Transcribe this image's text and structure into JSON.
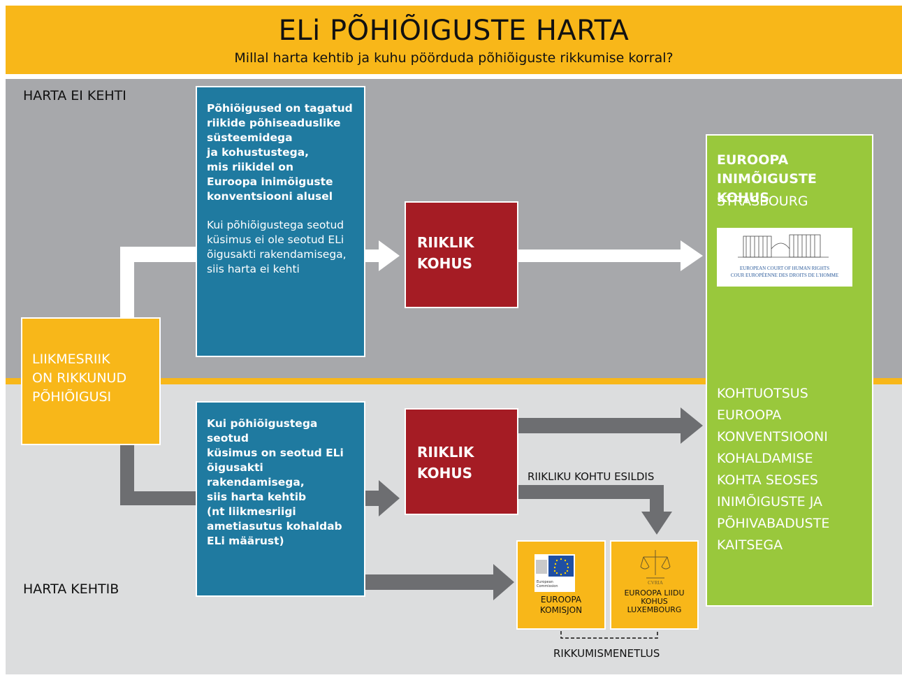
{
  "header": {
    "title": "ELi PÕHIÕIGUSTE HARTA",
    "subtitle": "Millal harta kehtib ja kuhu pöörduda põhiõiguste rikkumise korral?"
  },
  "sections": {
    "top_label": "HARTA EI KEHTI",
    "bottom_label": "HARTA KEHTIB"
  },
  "member_state": {
    "lines": [
      "LIIKMESRIIK",
      "ON RIKKUNUD",
      "PÕHIÕIGUSI"
    ]
  },
  "top_info": {
    "bold_lines": [
      "Põhiõigused on tagatud",
      "riikide põhiseaduslike",
      "süsteemidega",
      "ja kohustustega,",
      "mis riikidel on",
      "Euroopa inimõiguste",
      "konventsiooni alusel"
    ],
    "normal_lines": [
      "Kui põhiõigustega seotud",
      "küsimus ei ole seotud ELi",
      "õigusakti rakendamisega,",
      "siis harta ei kehti"
    ]
  },
  "bottom_info": {
    "bold_lines": [
      "Kui põhiõigustega seotud",
      "küsimus on seotud ELi",
      "õigusakti rakendamisega,",
      "siis harta kehtib",
      "(nt liikmesriigi",
      "ametiasutus kohaldab",
      "ELi määrust)"
    ]
  },
  "national_court_top": {
    "lines": [
      "RIIKLIK",
      "KOHUS"
    ]
  },
  "national_court_bottom": {
    "lines": [
      "RIIKLIK",
      "KOHUS"
    ]
  },
  "referral_label": "RIIKLIKU KOHTU ESILDIS",
  "echr": {
    "name_lines": [
      "EUROOPA",
      "INIMÕIGUSTE KOHUS"
    ],
    "city": "STRASBOURG",
    "logo_text": [
      "EUROPEAN COURT OF HUMAN RIGHTS",
      "COUR EUROPÉENNE DES DROITS DE L'HOMME"
    ],
    "ruling_lines": [
      "KOHTUOTSUS",
      "EUROOPA",
      "KONVENTSIOONI",
      "KOHALDAMISE",
      "KOHTA SEOSES",
      "INIMÕIGUSTE JA",
      "PÕHIVABADUSTE",
      "KAITSEGA"
    ]
  },
  "commission": {
    "logo_text": [
      "European",
      "Commission"
    ],
    "lines": [
      "EUROOPA",
      "KOMISJON"
    ]
  },
  "cjeu": {
    "logo_text": "CVRIA",
    "lines": [
      "EUROOPA LIIDU",
      "KOHUS",
      "LUXEMBOURG"
    ]
  },
  "infringement_label": "RIKKUMISMENETLUS",
  "colors": {
    "yellow": "#f8b719",
    "blue": "#1f7aa0",
    "red": "#a51c24",
    "green": "#99c83c",
    "gray_dark": "#a7a8ab",
    "gray_light": "#dcddde",
    "arrow_gray": "#6d6e71"
  }
}
